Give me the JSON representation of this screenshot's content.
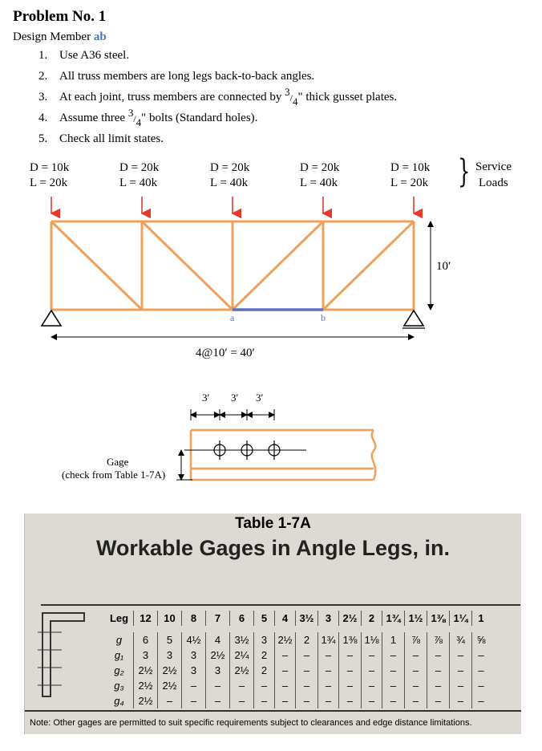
{
  "problem": {
    "title": "Problem No. 1",
    "design_prefix": "Design Member",
    "member": "ab"
  },
  "requirements": [
    {
      "num": "1.",
      "text": "Use A36 steel."
    },
    {
      "num": "2.",
      "text": "All truss members are long legs back-to-back angles."
    },
    {
      "num": "3.",
      "text_before": "At each joint, truss members are connected by",
      "frac_num": "3",
      "frac_den": "4",
      "text_after": "\" thick gusset plates."
    },
    {
      "num": "4.",
      "text_before": "Assume three",
      "frac_num": "3",
      "frac_den": "4",
      "text_after": "\" bolts (Standard holes)."
    },
    {
      "num": "5.",
      "text": "Check all limit states."
    }
  ],
  "loads": [
    {
      "D": "D = 10k",
      "L": "L = 20k"
    },
    {
      "D": "D = 20k",
      "L": "L = 40k"
    },
    {
      "D": "D = 20k",
      "L": "L = 40k"
    },
    {
      "D": "D = 20k",
      "L": "L = 40k"
    },
    {
      "D": "D = 10k",
      "L": "L = 20k"
    }
  ],
  "service_loads": {
    "line1": "Service",
    "line2": "Loads"
  },
  "truss": {
    "height_label": "10′",
    "span_label": "4@10′ = 40′",
    "node_a": "a",
    "node_b": "b",
    "member_color": "#f0a05a",
    "highlight_color": "#5b6fc0",
    "load_arrow_color": "#e23b2b"
  },
  "bolt_detail": {
    "spacing_labels": [
      "3′",
      "3′",
      "3′"
    ],
    "gage_label": "Gage",
    "gage_note": "(check from Table 1-7A)"
  },
  "table": {
    "title": "Table 1-7A",
    "subtitle": "Workable Gages in Angle Legs, in.",
    "header": [
      "Leg",
      "12",
      "10",
      "8",
      "7",
      "6",
      "5",
      "4",
      "3½",
      "3",
      "2½",
      "2",
      "1¾",
      "1½",
      "1⅜",
      "1¼",
      "1"
    ],
    "rows": [
      [
        "g",
        "6",
        "5",
        "4½",
        "4",
        "3½",
        "3",
        "2½",
        "2",
        "1¾",
        "1⅜",
        "1⅛",
        "1",
        "⅞",
        "⅞",
        "¾",
        "⅝"
      ],
      [
        "g₁",
        "3",
        "3",
        "3",
        "2½",
        "2¼",
        "2",
        "–",
        "–",
        "–",
        "–",
        "–",
        "–",
        "–",
        "–",
        "–",
        "–"
      ],
      [
        "g₂",
        "2½",
        "2½",
        "3",
        "3",
        "2½",
        "2",
        "–",
        "–",
        "–",
        "–",
        "–",
        "–",
        "–",
        "–",
        "–",
        "–"
      ],
      [
        "g₃",
        "2½",
        "2½",
        "–",
        "–",
        "–",
        "–",
        "–",
        "–",
        "–",
        "–",
        "–",
        "–",
        "–",
        "–",
        "–",
        "–"
      ],
      [
        "g₄",
        "2½",
        "–",
        "–",
        "–",
        "–",
        "–",
        "–",
        "–",
        "–",
        "–",
        "–",
        "–",
        "–",
        "–",
        "–",
        "–"
      ]
    ],
    "note": "Note: Other gages are permitted to suit specific requirements subject to clearances and edge distance limitations."
  }
}
